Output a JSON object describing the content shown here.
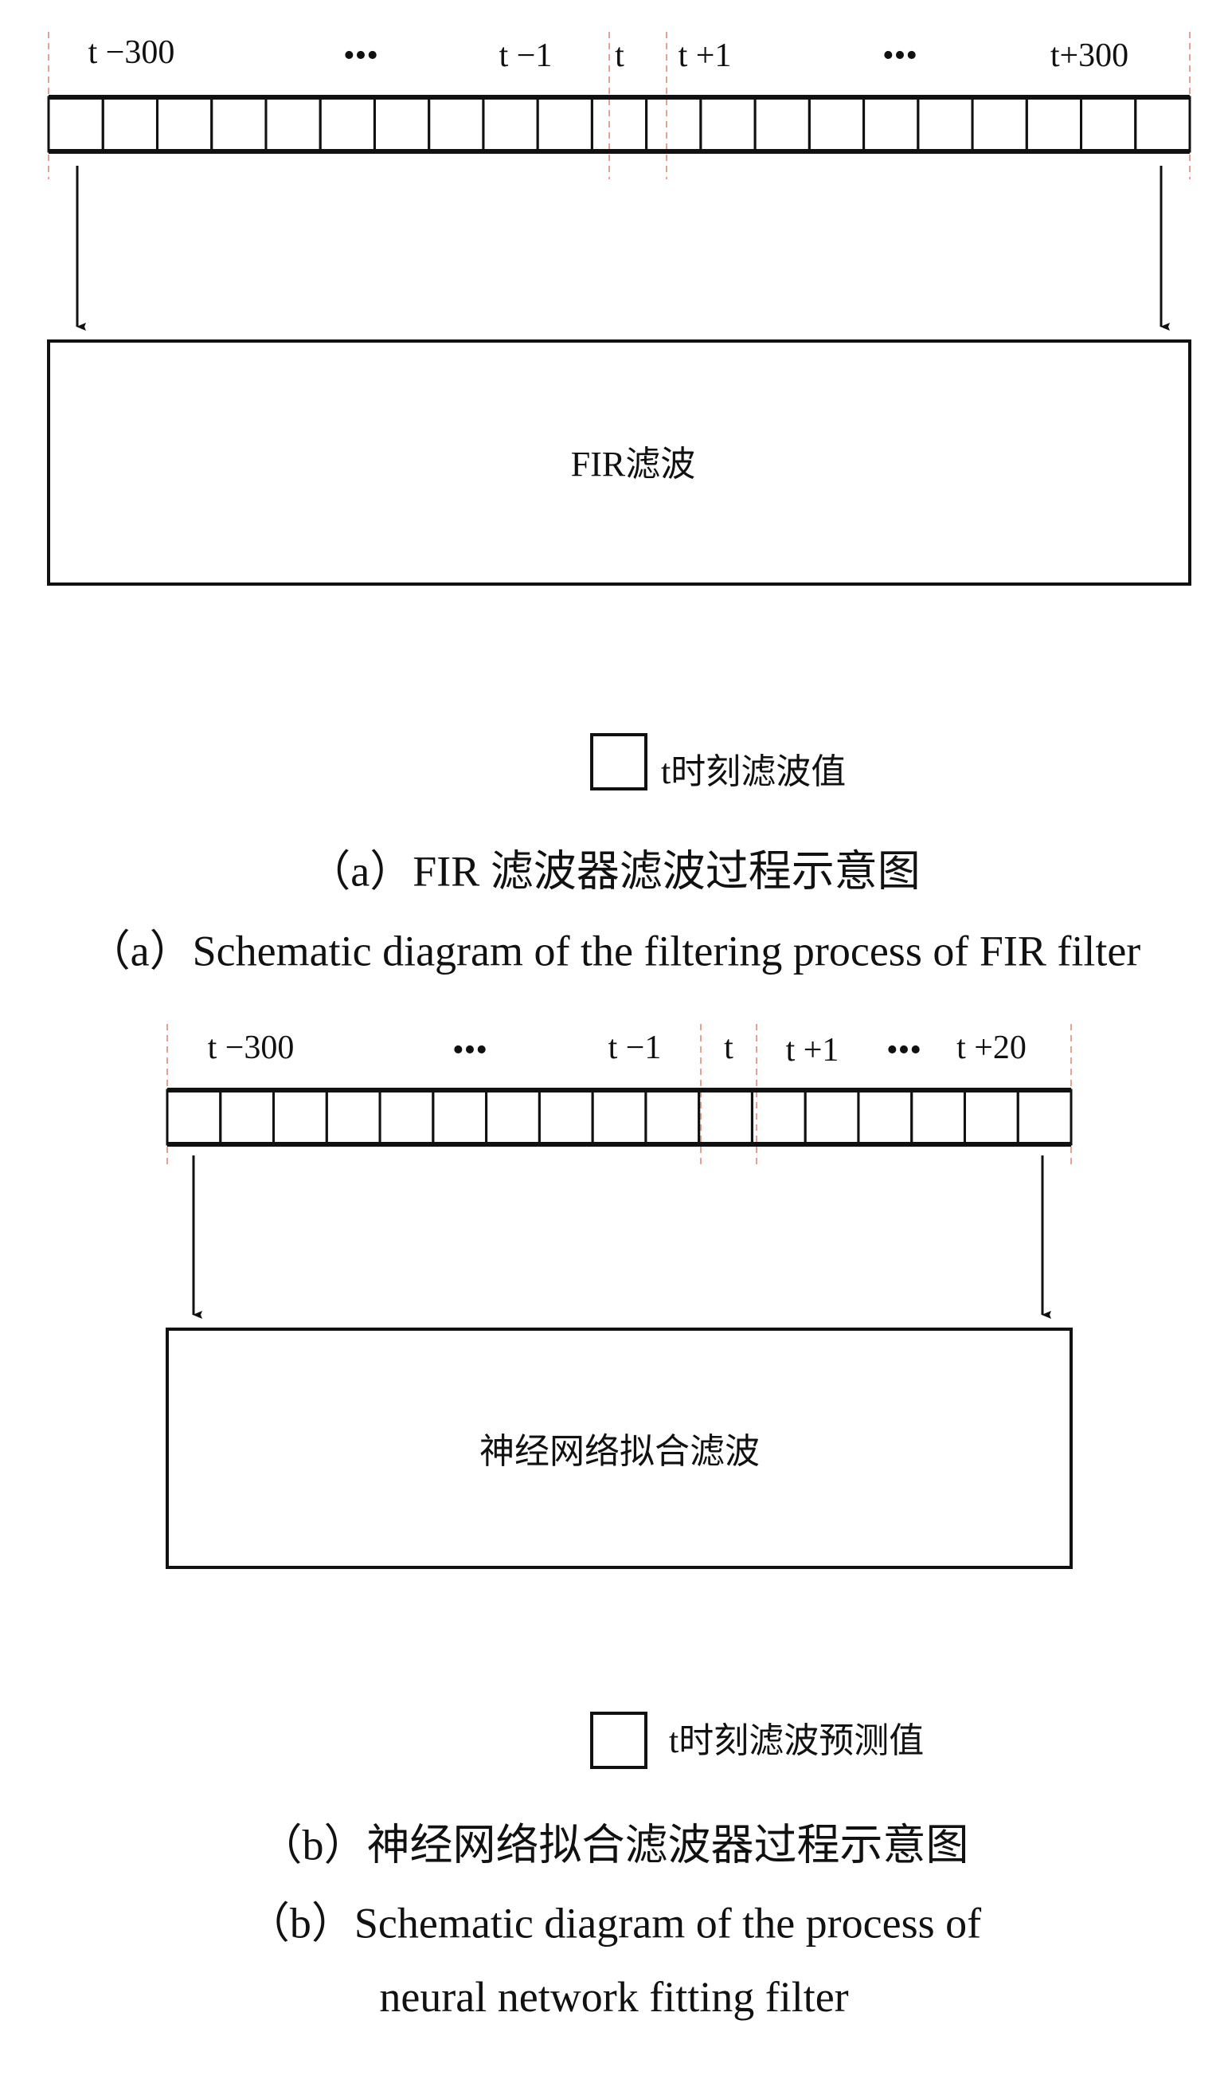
{
  "diagram_a": {
    "labels": [
      "t −300",
      "•••",
      "t −1",
      "t",
      "t +1",
      "•••",
      "t+300"
    ],
    "cell_count": 21,
    "box_label": "FIR滤波",
    "output_label": "t时刻滤波值",
    "caption_cn": "（a）FIR 滤波器滤波过程示意图",
    "caption_en": "（a）Schematic diagram of the filtering process of FIR filter"
  },
  "diagram_b": {
    "labels": [
      "t −300",
      "•••",
      "t −1",
      "t",
      "t +1",
      "•••",
      "t +20"
    ],
    "cell_count": 17,
    "box_label": "神经网络拟合滤波",
    "output_label": "t时刻滤波预测值",
    "caption_cn": "（b）神经网络拟合滤波器过程示意图",
    "caption_en_line1": "（b）Schematic diagram of the process of",
    "caption_en_line2": "neural network fitting filter"
  },
  "colors": {
    "stroke": "#111111",
    "guide": "#e8a090"
  }
}
